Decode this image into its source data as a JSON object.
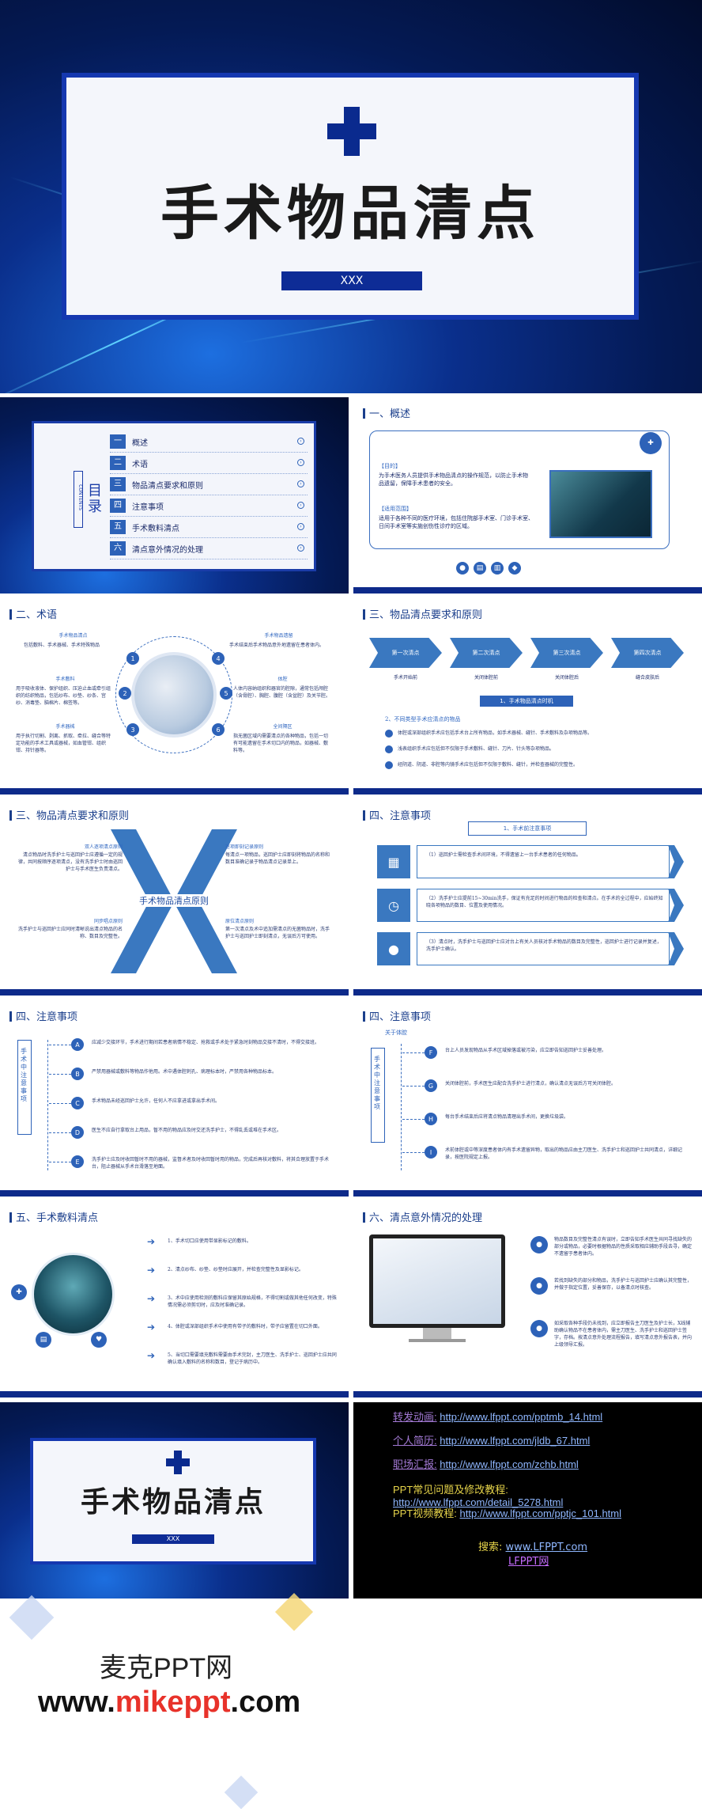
{
  "cover": {
    "title": "手术物品清点",
    "subtitle": "XXX"
  },
  "toc": {
    "heading": "目录",
    "heading_en": "CONTENTS",
    "items": [
      {
        "num": "一",
        "label": "概述"
      },
      {
        "num": "二",
        "label": "术语"
      },
      {
        "num": "三",
        "label": "物品清点要求和原则"
      },
      {
        "num": "四",
        "label": "注意事项"
      },
      {
        "num": "五",
        "label": "手术敷料清点"
      },
      {
        "num": "六",
        "label": "清点意外情况的处理"
      }
    ]
  },
  "overview": {
    "header": "一、概述",
    "purpose_title": "【目的】",
    "purpose": "为手术医务人员提供手术物品清点的操作规范，以防止手术物品遗留，保障手术患者的安全。",
    "scope_title": "【适用范围】",
    "scope": "适用于各种不同的医疗环境，包括住院部手术室、门诊手术室、日间手术室等实施创伤性诊疗的区域。"
  },
  "terms": {
    "header": "二、术语",
    "items": [
      {
        "n": "1",
        "title": "手术物品清点",
        "text": "包括敷料、手术器械、手术特殊物品"
      },
      {
        "n": "2",
        "title": "手术敷料",
        "text": "用于吸收液体、保护组织、压迫止血或牵引组织的纺织物品，包括纱布、纱垫、纱条、宫纱、消毒垫、脑棉片、棉签等。"
      },
      {
        "n": "3",
        "title": "手术器械",
        "text": "用于执行切割、剥离、抓取、牵拉、缝合等特定功能的手术工具或器械，如血管钳、组织钳、持针器等。"
      },
      {
        "n": "4",
        "title": "手术物品遗留",
        "text": "手术结束后手术物品意外地遗留在患者体内。"
      },
      {
        "n": "5",
        "title": "体腔",
        "text": "人体内容纳组织和器官的腔隙，通常包括颅腔（含骨腔）、胸腔、腹腔（含盆腔）及关节腔。"
      },
      {
        "n": "6",
        "title": "全间隔区",
        "text": "指无菌区域内需要清点的各种物品，包括一切有可能遗留在手术切口内的物品，如器械、敷料等。"
      }
    ]
  },
  "principles1": {
    "header": "三、物品清点要求和原则",
    "steps": [
      "第一次清点",
      "第二次清点",
      "第三次清点",
      "第四次清点"
    ],
    "step_labels": [
      "手术开始前",
      "关闭体腔前",
      "关闭体腔后",
      "缝合皮肤后"
    ],
    "banner": "1、手术物品清点时机",
    "sub": "2、不同类型手术应清点的物品",
    "bullets": [
      "体腔或深部组织手术应包括手术台上所有物品，如手术器械、缝针、手术敷料及杂项物品等。",
      "浅表组织手术应包括但不仅限于手术敷料、缝针、刀片、针头等杂项物品。",
      "经阴道、阴道、非腔等内镜手术应包括但不仅限于敷料、缝针，并检查器械的完整性。"
    ]
  },
  "principles2": {
    "header": "三、物品清点要求和原则",
    "center": "手术物品清点原则",
    "items": [
      {
        "title": "双人逐项清点原则",
        "text": "清点物品时洗手护士与巡回护士应遵循一定的规律，共同按顺序逐项清点，没有洗手护士时由巡回护士与手术医生负责清点。"
      },
      {
        "title": "同步唱点原则",
        "text": "洗手护士与巡回护士应同时清晰说出清点物品的名称、数目及完整性。"
      },
      {
        "title": "逐项即刻记录原则",
        "text": "每清点一项物品，巡回护士应即刻将物品的名称和数目准确记录于物品清点记录单上。"
      },
      {
        "title": "原位清点原则",
        "text": "第一次清点及术中追加需清点的无菌物品时，洗手护士与巡回护士即刻清点，无误后方可使用。"
      }
    ]
  },
  "notes1": {
    "header": "四、注意事项",
    "banner": "1、手术前注意事项",
    "items": [
      "（1）巡回护士需检查手术间环境，不得遗留上一台手术患者的任何物品。",
      "（2）洗手护士应提前15~30min洗手，保证有充足的时间进行物品的检查和清点。在手术的全过程中，应始终知晓各项物品的数目、位置及使用情况。",
      "（3）清点时，洗手护士与巡回护士应对台上有关人员核对手术物品的数目及完整性，巡回护士进行记录并复述，洗手护士确认。"
    ]
  },
  "notes2": {
    "header": "四、注意事项",
    "side": "手术中注意事项",
    "items": [
      {
        "k": "A",
        "text": "应减少交接环节，手术进行期间若患者病情不稳定、抢救或手术处于紧急时刻物品交接不清时，不得交接班。"
      },
      {
        "k": "B",
        "text": "严禁用器械或敷料等物品作他用。术中遇体腔刺孔、病理标本时，严禁用各种物品标本。"
      },
      {
        "k": "C",
        "text": "手术物品未经巡回护士允许，任何人不应拿进或拿出手术间。"
      },
      {
        "k": "D",
        "text": "医生不应自行拿取台上用品，暂不用的物品应及时交还洗手护士，不得乱丢或堆在手术区。"
      },
      {
        "k": "E",
        "text": "洗手护士应及时收回暂时不用的器械，监督术者及时收回暂时用的物品，完成后再核对敷料，将其合理放置于手术台，阻止器械从手术台滑落至地面。"
      }
    ]
  },
  "notes3": {
    "header": "四、注意事项",
    "banner": "关于体腔",
    "side": "手术中注意事项",
    "items": [
      {
        "k": "F",
        "text": "台上人员发现物品从手术区域掉落或被污染，应立即告知巡回护士妥善处理。"
      },
      {
        "k": "G",
        "text": "关闭体腔前，手术医生应配合洗手护士进行清点，确认清点无误后方可关闭体腔。"
      },
      {
        "k": "H",
        "text": "每台手术结束后应将清点物品清理出手术间，更换垃圾袋。"
      },
      {
        "k": "I",
        "text": "术前体腔或中等深度患者体内有手术遗留异物，取出的物品应由主刀医生、洗手护士和巡回护士共同清点，详细记录，按医院规定上报。"
      }
    ]
  },
  "dressings": {
    "header": "五、手术敷料清点",
    "items": [
      "1、手术切口应使用带显影标记的敷料。",
      "2、清点纱布、纱垫、纱垫时应展开，并检查完整性及显影标记。",
      "3、术中应使用检测的敷料应保留其原始规格，不得切割或做其他任何改变，特殊情况需必须剪切时，应及时准确记录。",
      "4、体腔或深部组织手术中使用有带子的敷料时，带子应留置在切口外面。",
      "5、当切口需要填充敷料需要由手术完封，主刀医生、洗手护士、巡回护士应共同确认填入敷料的名称和数目，登记于病历中。"
    ]
  },
  "accidents": {
    "header": "六、清点意外情况的处理",
    "items": [
      {
        "n": "1",
        "text": "物品数目及完整性清点有误时，立即告知手术医生共同寻找缺失的部分或物品，必要时根据物品的性质采取相应辅助手段去寻，确定不遗留于患者体内。"
      },
      {
        "n": "2",
        "text": "若找到缺失的部分和物品，洗手护士与巡回护士应确认其完整性，并做于指定位置，妥善保存，以备清点时核查。"
      },
      {
        "n": "3",
        "text": "如采取各种手段仍未找到，应立即报告主刀医生及护士长，X线辅助确认物品不在患者体内，需主刀医生、洗手护士和巡回护士签字，存档。按清点意外处理流程报告，填写清点意外报告表，并向上级领导汇报。"
      }
    ]
  },
  "end": {
    "title": "手术物品清点",
    "subtitle": "XXX"
  },
  "links": [
    {
      "label": "转发动画:",
      "url": "http://www.lfppt.com/pptmb_14.html"
    },
    {
      "label": "个人简历:",
      "url": "http://www.lfppt.com/jldb_67.html"
    },
    {
      "label": "职场汇报:",
      "url": "http://www.lfppt.com/zchb.html"
    },
    {
      "label": "PPT常见问题及修改教程:",
      "url": "http://www.lfppt.com/detail_5278.html"
    },
    {
      "label": "PPT视频教程:",
      "url": "http://www.lfppt.com/pptjc_101.html"
    }
  ],
  "search": {
    "label": "搜索:",
    "url": "www.LFPPT.com",
    "name": "LFPPT网"
  },
  "brand": {
    "name": "麦克PPT网",
    "url_pre": "www.",
    "url_mid": "mikeppt",
    "url_post": ".com"
  }
}
